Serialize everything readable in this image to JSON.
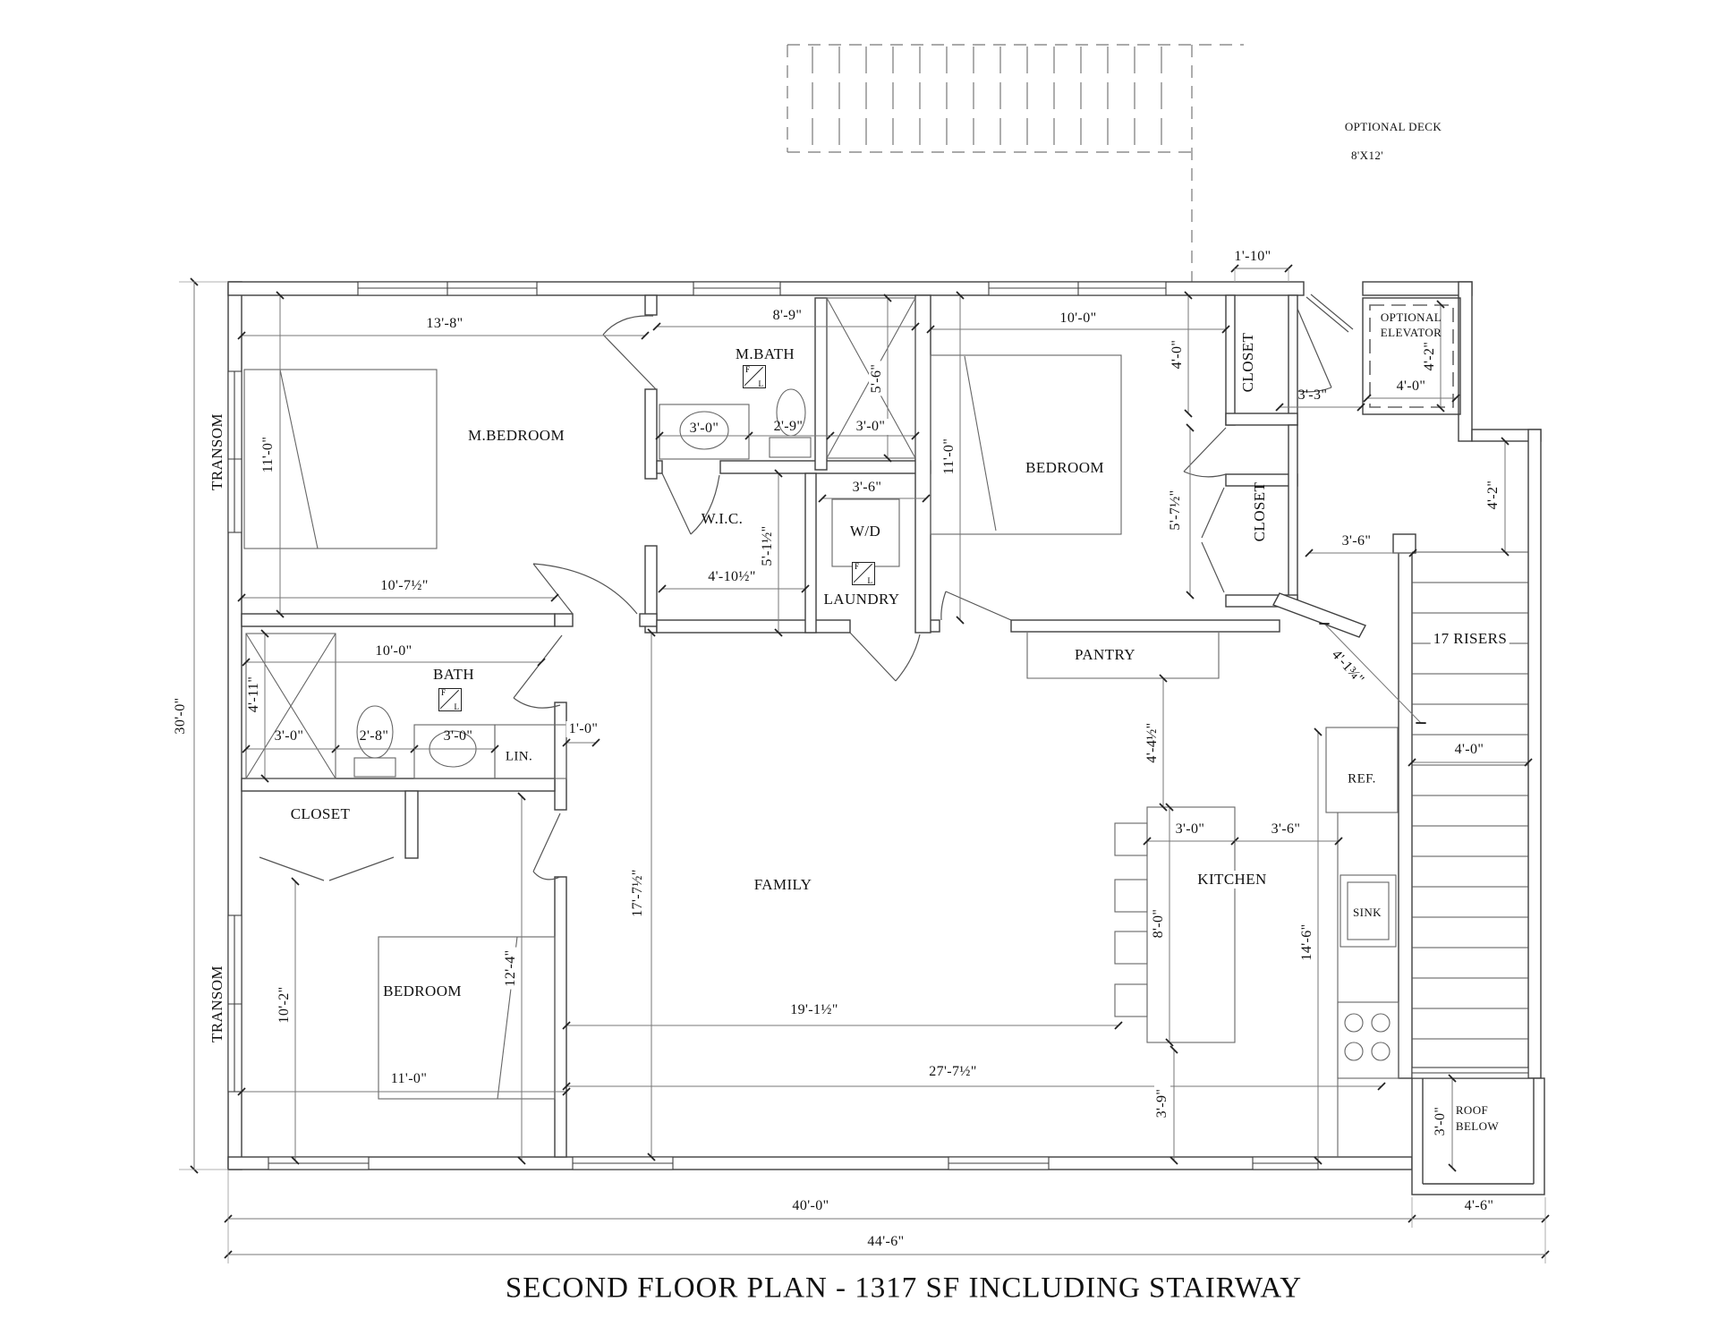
{
  "title": "SECOND FLOOR PLAN - 1317 SF  INCLUDING STAIRWAY",
  "rooms": {
    "m_bedroom": "M.BEDROOM",
    "m_bath": "M.BATH",
    "wic": "W.I.C.",
    "wd": "W/D",
    "laundry": "LAUNDRY",
    "bedroom_upper": "BEDROOM",
    "closet_top": "CLOSET",
    "closet_right": "CLOSET",
    "opt_elev_1": "OPTIONAL",
    "opt_elev_2": "ELEVATOR",
    "pantry": "PANTRY",
    "risers": "17 RISERS",
    "ref": "REF.",
    "sink": "SINK",
    "kitchen": "KITCHEN",
    "family": "FAMILY",
    "bath": "BATH",
    "lin": "LIN.",
    "closet_lower": "CLOSET",
    "bedroom_lower": "BEDROOM",
    "roof_1": "ROOF",
    "roof_2": "BELOW",
    "transom_upper": "TRANSOM",
    "transom_lower": "TRANSOM",
    "deck_1": "OPTIONAL DECK",
    "deck_2": "8'X12'"
  },
  "symbols": {
    "f": "F",
    "l": "L"
  },
  "dims": {
    "mbed_w": "13'-8\"",
    "mbed_h": "11'-0\"",
    "mbed_bottom": "10'-7½\"",
    "mbath_w": "8'-9\"",
    "mbath_sink": "3'-0\"",
    "mbath_toilet": "2'-9\"",
    "shower_h": "5'-6\"",
    "shower_w": "3'-0\"",
    "wic_w": "4'-10½\"",
    "wic_h": "5'-1½\"",
    "wd_w": "3'-6\"",
    "bed_u_w": "10'-0\"",
    "bed_u_h": "11'-0\"",
    "closet_top_w": "1'-10\"",
    "closet_top_h": "4'-0\"",
    "hall_33": "3'-3\"",
    "elev_h": "4'-2\"",
    "elev_w": "4'-0\"",
    "stair_top_h": "4'-2\"",
    "hall_36": "3'-6\"",
    "stair_w": "4'-0\"",
    "closet_r_h": "5'-7½\"",
    "diag_wall": "4'-1¾\"",
    "bath_top": "10'-0\"",
    "tub_h": "4'-11\"",
    "tub_w": "3'-0\"",
    "toilet_w": "2'-8\"",
    "sink_w": "3'-0\"",
    "lin_w": "1'-0\"",
    "overall_h": "30'-0\"",
    "k_gap": "4'-4½\"",
    "island_w": "3'-0\"",
    "k_36": "3'-6\"",
    "island_h": "8'-0\"",
    "k_h": "14'-6\"",
    "k_39": "3'-9\"",
    "fam_h": "17'-7½\"",
    "fam_w": "19'-1½\"",
    "fam_w2": "27'-7½\"",
    "bed_l_h": "10'-2\"",
    "bed_l_bed": "12'-4\"",
    "bed_l_w": "11'-0\"",
    "roof_h": "3'-0\"",
    "roof_w": "4'-6\"",
    "bottom_40": "40'-0\"",
    "bottom_44": "44'-6\""
  }
}
